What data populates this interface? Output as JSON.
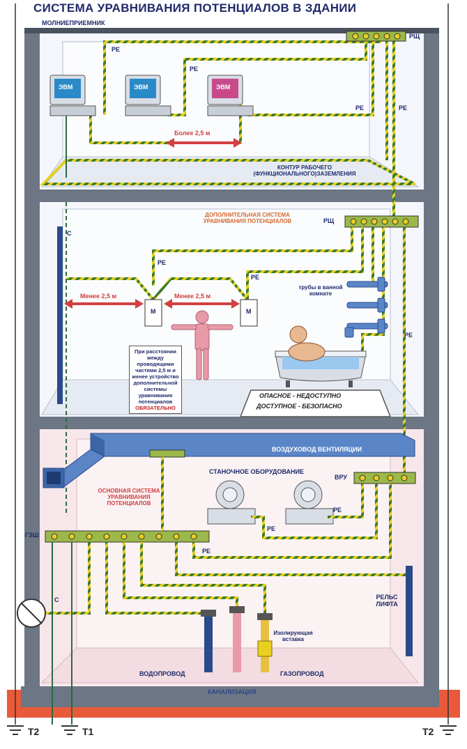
{
  "title": "СИСТЕМА УРАВНИВАНИЯ ПОТЕНЦИАЛОВ В ЗДАНИИ",
  "labels": {
    "lightning": "МОЛНИЕПРИЕМНИК",
    "pe": "PE",
    "rshch": "РЩ",
    "evm": "ЭВМ",
    "more_distance": "Более 2,5 м",
    "less_distance": "Менее 2,5 м",
    "contour": "КОНТУР РАБОЧЕГО (ФУНКЦИОНАЛЬНОГО)ЗАЗЕМЛЕНИЯ",
    "additional_system": "ДОПОЛНИТЕЛЬНАЯ СИСТЕМА УРАВНИВАНИЯ ПОТЕНЦИАЛОВ",
    "c": "С",
    "m": "М",
    "pipes": "трубы в ванной комнате",
    "dangerous": "ОПАСНОЕ - НЕДОСТУПНО",
    "accessible": "ДОСТУПНОЕ - БЕЗОПАСНО",
    "note_text": "При расстоянии между проводящими частями 2,5 м и менее устройство дополнительной системы уравнивания потенциалов",
    "note_emph": "ОБЯЗАТЕЛЬНО",
    "duct": "ВОЗДУХОВОД ВЕНТИЛЯЦИИ",
    "machine": "СТАНОЧНОЕ ОБОРУДОВАНИЕ",
    "vru": "ВРУ",
    "main_system": "ОСНОВНАЯ СИСТЕМА УРАВНИВАНИЯ ПОТЕНЦИАЛОВ",
    "gzsh": "ГЗШ",
    "rail": "РЕЛЬС ЛИФТА",
    "insulating": "Изолирующая вставка",
    "water": "ВОДОПРОВОД",
    "gas": "ГАЗОПРОВОД",
    "sewer": "КАНАЛИЗАЦИЯ",
    "t1": "Т1",
    "t2": "Т2"
  },
  "colors": {
    "wall": "#6d7684",
    "wallDark": "#4a525e",
    "floorLight": "#eef2f8",
    "pe_yellow": "#e8d020",
    "pe_green": "#3a7a30",
    "arrow": "#d24040",
    "ground": "#e85a3a",
    "duct": "#5a86c8",
    "busbar": "#9cb84a",
    "pink": "#e89aa8",
    "title": "#1e2a6a"
  }
}
